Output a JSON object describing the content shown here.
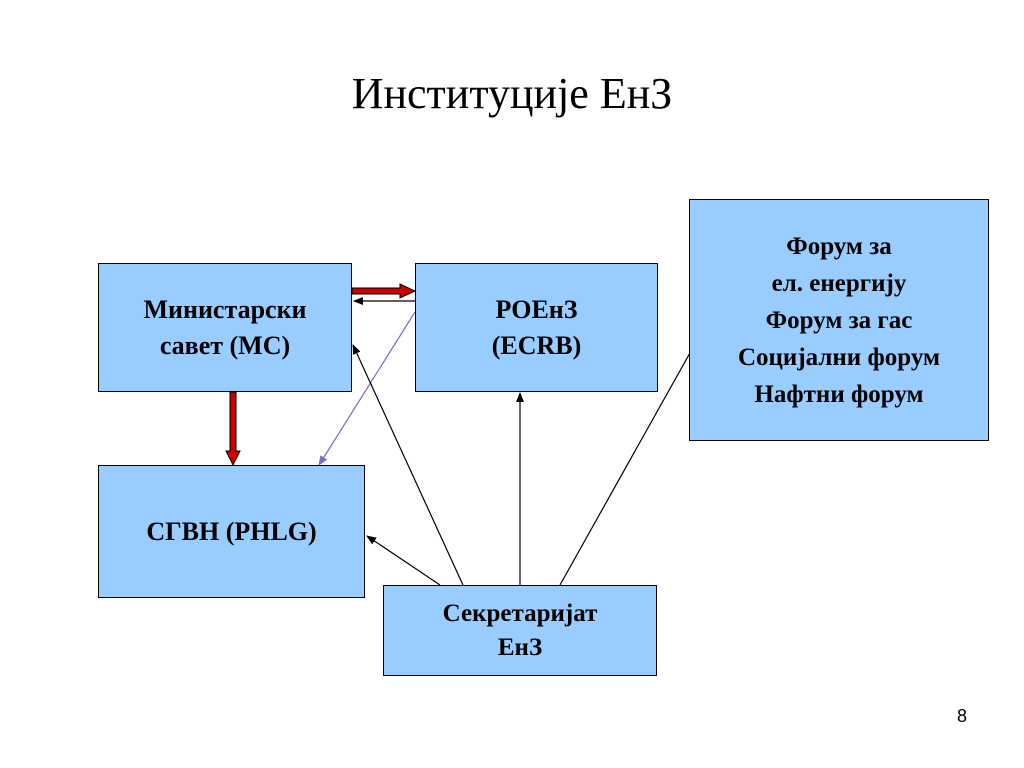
{
  "slide": {
    "title": "Институције ЕнЗ",
    "page_number": "8"
  },
  "boxes": {
    "mc": [
      "Министарски",
      "савет (МС)"
    ],
    "ecrb": [
      "РОЕнЗ",
      "(ECRB)"
    ],
    "forums": [
      "Форум за",
      "ел. енергију",
      "Форум за гас",
      "Социјални форум",
      "Нафтни форум"
    ],
    "phlg": [
      "СГВН (PHLG)"
    ],
    "secretariat": [
      "Секретаријат",
      "ЕнЗ"
    ]
  },
  "colors": {
    "box_fill": "#99ccff",
    "thick_arrow": "#cc0000",
    "thin_arrow": "#000000",
    "dotted_arrow": "#7a6fc4"
  }
}
